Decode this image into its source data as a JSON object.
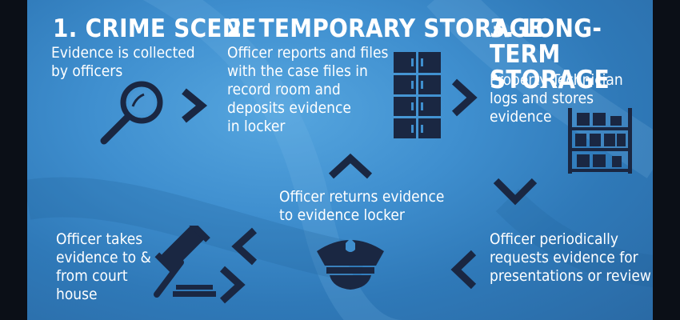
{
  "steps": {
    "crime_scene": {
      "title": "1. CRIME SCENE",
      "desc": "Evidence is collected\nby officers"
    },
    "temporary_storage": {
      "title": "2. TEMPORARY STORAGE",
      "desc": "Officer reports and files\nwith the case files in\nrecord room and\ndeposits evidence\nin locker"
    },
    "long_term_storage": {
      "title": "3. LONG-TERM\nSTORAGE",
      "desc": "Property Technician\nlogs and stores\nevidence"
    }
  },
  "cycle": {
    "periodic_request": "Officer periodically\nrequests evidence for\npresentations or review",
    "court": "Officer takes\nevidence to &\nfrom court\nhouse",
    "return": "Officer returns evidence\nto evidence locker"
  },
  "colors": {
    "background": "#3f8fcf",
    "icon": "#1a2742",
    "text": "#ffffff"
  },
  "icons": [
    "magnifier-icon",
    "locker-icon",
    "shelves-icon",
    "police-hat-icon",
    "gavel-icon",
    "chevron-icon"
  ]
}
